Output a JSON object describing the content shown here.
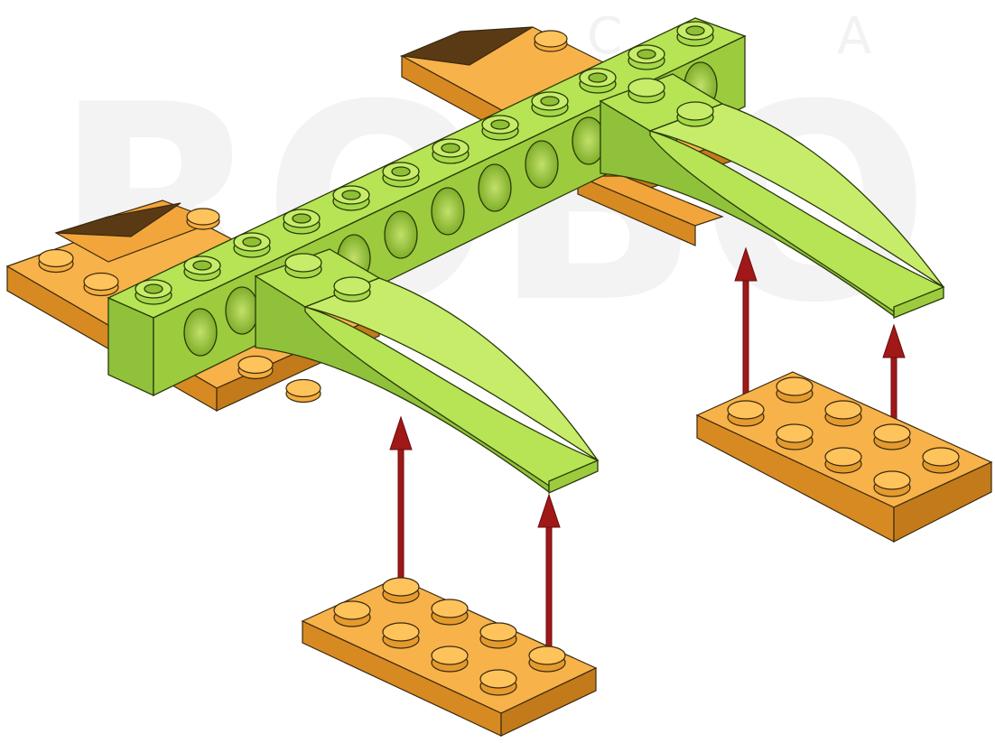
{
  "watermark": {
    "top_letters": "C A",
    "large_text": "ROBO"
  },
  "parts": [
    {
      "name": "green-technic-beam",
      "color": "#a6d94a"
    },
    {
      "name": "green-curved-slope-left",
      "color": "#a6d94a"
    },
    {
      "name": "green-curved-slope-right",
      "color": "#a6d94a"
    },
    {
      "name": "orange-plate-top-left",
      "color": "#f2a53a"
    },
    {
      "name": "orange-plate-top-right",
      "color": "#f2a53a"
    },
    {
      "name": "orange-plate-2x4-bottom-left",
      "color": "#f2a53a"
    },
    {
      "name": "orange-plate-2x4-bottom-right",
      "color": "#f2a53a"
    }
  ],
  "arrows": {
    "color": "#a01818",
    "count": 4,
    "direction": "up"
  }
}
